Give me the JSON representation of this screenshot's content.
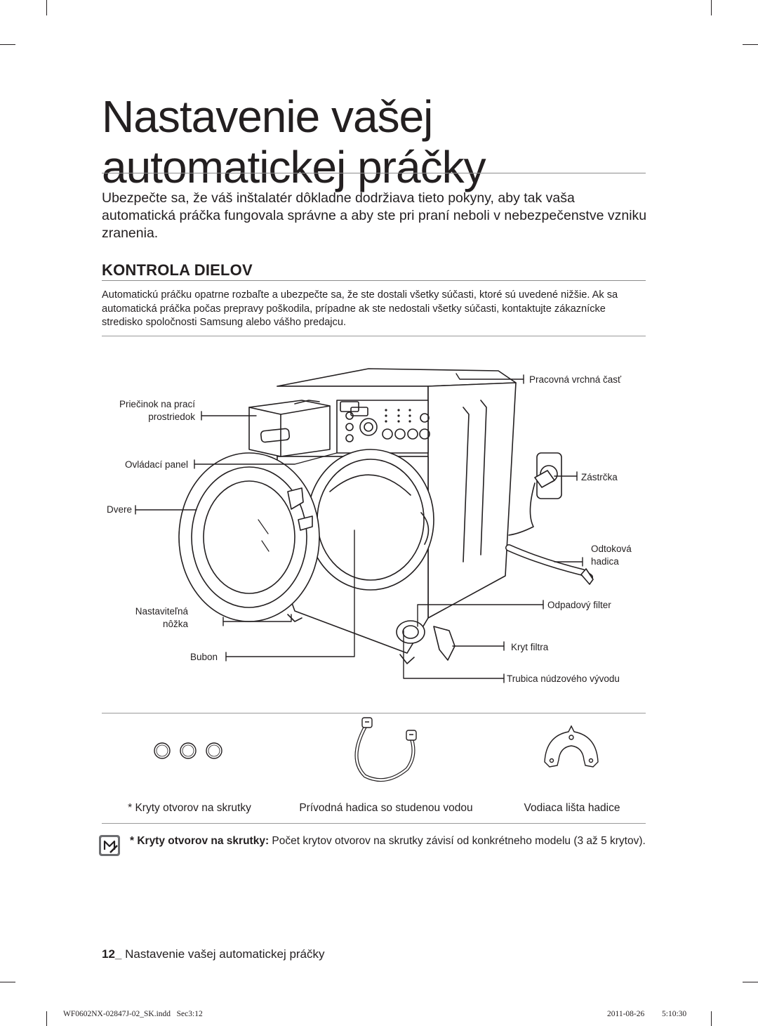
{
  "title": "Nastavenie vašej automatickej práčky",
  "intro": "Ubezpečte sa, že váš inštalatér dôkladne dodržiava tieto pokyny, aby tak vaša automatická práčka fungovala správne a aby ste pri praní neboli v nebezpečenstve vzniku zranenia.",
  "section": {
    "title": "KONTROLA DIELOV",
    "text": "Automatickú práčku opatrne rozbaľte a ubezpečte sa, že ste dostali všetky súčasti, ktoré sú uvedené nižšie. Ak sa automatická práčka počas prepravy poškodila, prípadne ak ste nedostali všetky súčasti, kontaktujte zákaznícke stredisko spoločnosti Samsung alebo vášho predajcu."
  },
  "diagram_labels": {
    "detergent_drawer_1": "Priečinok na prací",
    "detergent_drawer_2": "prostriedok",
    "control_panel": "Ovládací panel",
    "door": "Dvere",
    "adjustable_foot_1": "Nastaviteľná",
    "adjustable_foot_2": "nôžka",
    "drum": "Bubon",
    "top": "Pracovná vrchná časť",
    "plug": "Zástrčka",
    "drain_hose_1": "Odtoková",
    "drain_hose_2": "hadica",
    "debris_filter": "Odpadový filter",
    "filter_cover": "Kryt filtra",
    "emergency_drain": "Trubica núdzového vývodu"
  },
  "accessories": [
    {
      "label": "* Kryty otvorov na skrutky",
      "icon": "bolt-hole-caps-icon"
    },
    {
      "label": "Prívodná hadica so studenou vodou",
      "icon": "cold-water-hose-icon"
    },
    {
      "label": "Vodiaca lišta hadice",
      "icon": "hose-guide-icon"
    }
  ],
  "note": {
    "icon": "note-pencil-icon",
    "bold": "* Kryty otvorov na skrutky:",
    "text": " Počet krytov otvorov na skrutky závisí od konkrétneho modelu (3 až 5 krytov)."
  },
  "footer": {
    "page_number": "12_",
    "text": " Nastavenie vašej automatickej práčky"
  },
  "slug": {
    "file": "WF0602NX-02847J-02_SK.indd   Sec3:12",
    "date": "2011-08-26",
    "time": "5:10:30"
  }
}
